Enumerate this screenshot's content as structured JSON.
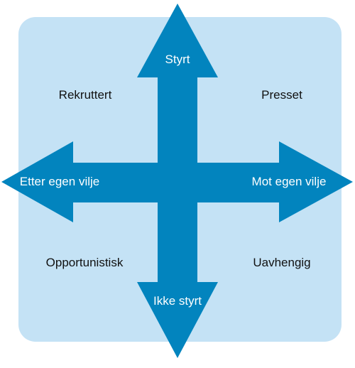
{
  "colors": {
    "background_panel": "#c4e2f5",
    "arrow": "#0284be",
    "quadrant_text": "#111111",
    "arrow_text": "#ffffff"
  },
  "axes": {
    "top": "Styrt",
    "bottom": "Ikke styrt",
    "left": "Etter egen vilje",
    "right": "Mot egen vilje"
  },
  "quadrants": {
    "top_left": "Rekruttert",
    "top_right": "Presset",
    "bottom_left": "Opportunistisk",
    "bottom_right": "Uavhengig"
  }
}
